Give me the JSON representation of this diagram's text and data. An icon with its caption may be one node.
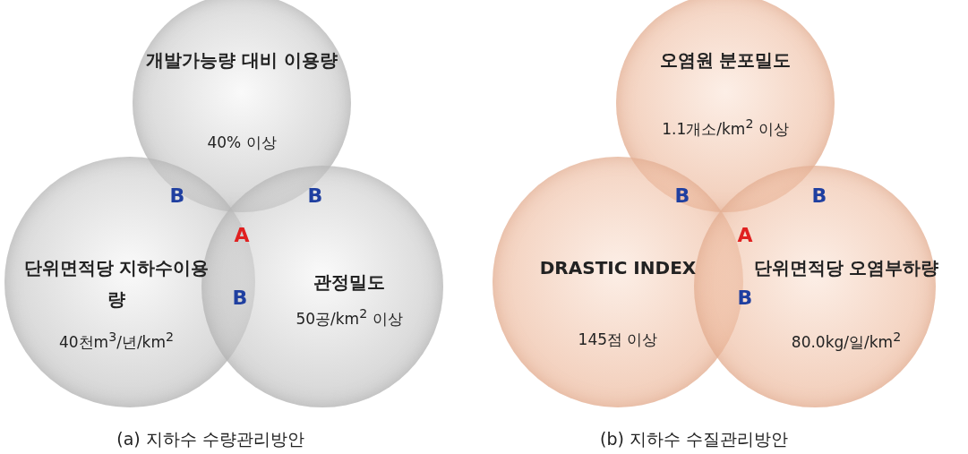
{
  "diagram": {
    "nodes": [
      {
        "text": [
          "개발가능량 대비 이용량",
          "40% 이상"
        ]
      },
      {
        "text": [
          "단위면적당 지하수이용량",
          "40천m$^{3}$/년/km$^{2}$"
        ]
      },
      {
        "text": [
          "관정밀도",
          "50공/km$^{2}$ 이상"
        ]
      },
      {
        "text": [
          "오염원 분포밀도",
          "1.1개소/km$^{2}$ 이상"
        ]
      },
      {
        "text": [
          "DRASTIC INDEX",
          "145점 이상"
        ]
      },
      {
        "text": [
          "단위면적당 오염부하량",
          "80.0kg/일/km$^{2}$"
        ]
      }
    ],
    "edges": [],
    "labels": [
      "B",
      "B",
      "A",
      "B",
      "(a) 지하수 수량관리방안",
      "B",
      "B",
      "A",
      "B",
      "(b) 지하수 수질관리방안"
    ]
  }
}
